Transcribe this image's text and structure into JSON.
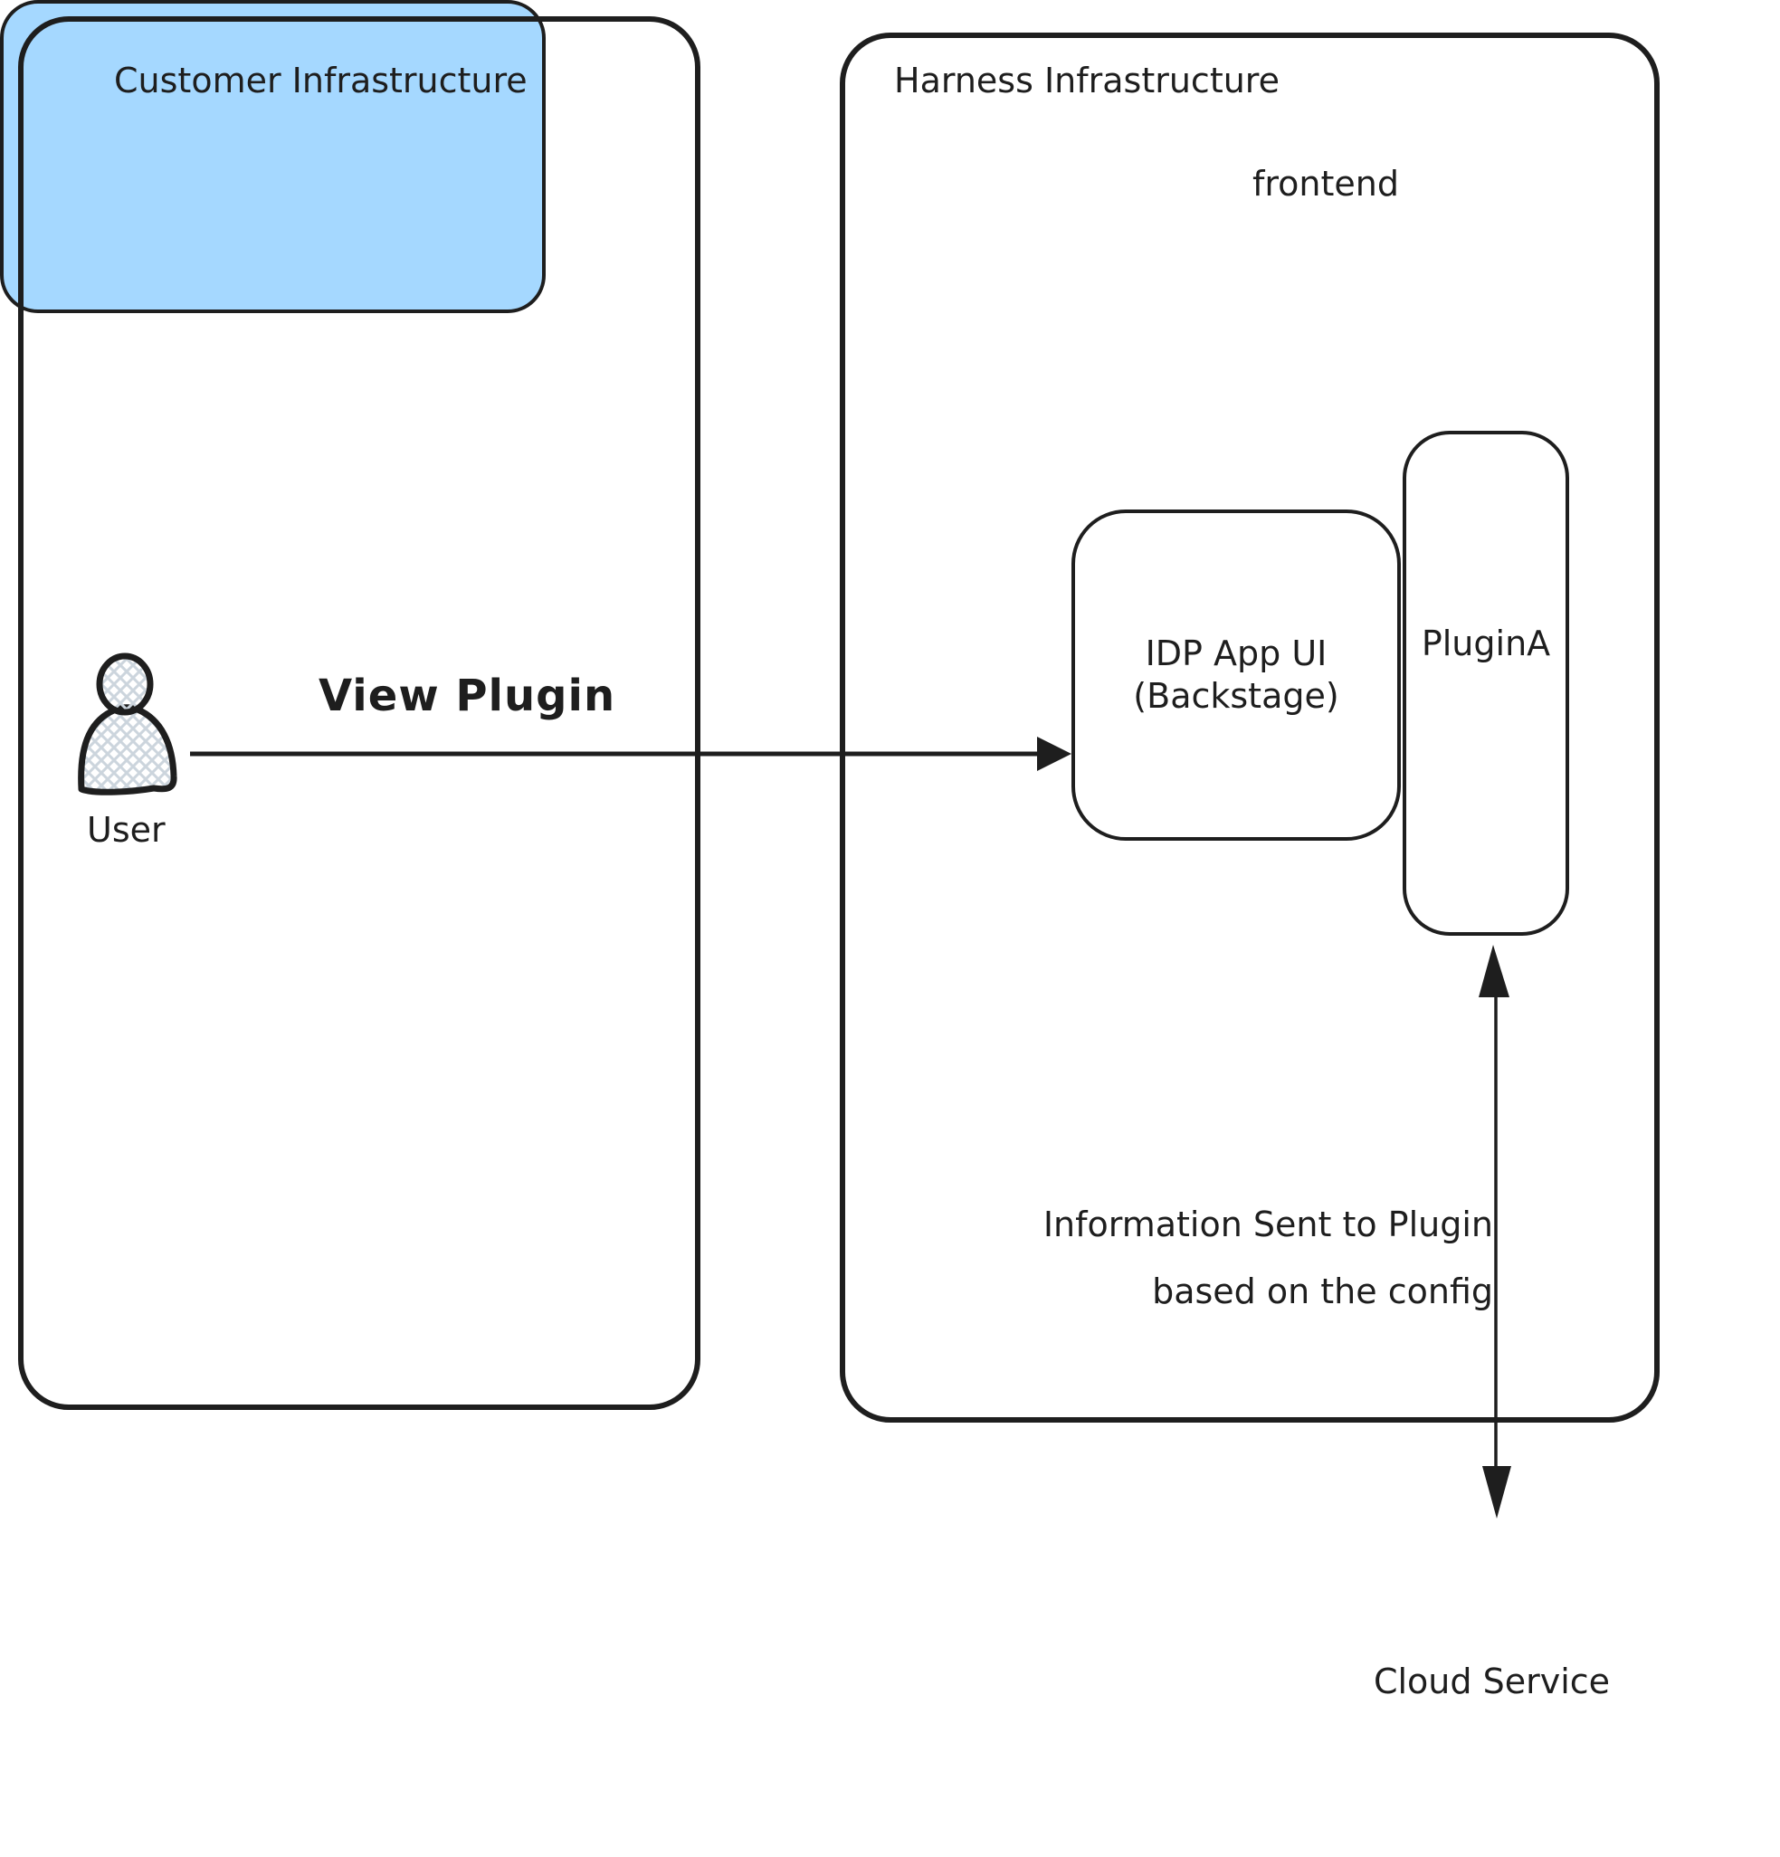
{
  "colors": {
    "stroke": "#1e1e1e",
    "cloud_fill": "#a5d8ff",
    "crosshatch": "#ccd5dd",
    "background": "#ffffff"
  },
  "customer": {
    "title": "Customer Infrastructure"
  },
  "harness": {
    "title": "Harness Infrastructure",
    "frontend_label": "frontend"
  },
  "user": {
    "label": "User"
  },
  "idp": {
    "line1": "IDP App UI",
    "line2": "(Backstage)"
  },
  "plugin": {
    "label": "PluginA"
  },
  "cloud": {
    "label": "Cloud Service"
  },
  "arrows": {
    "view_plugin_label": "View Plugin",
    "info_label_line1": "Information Sent to Plugin",
    "info_label_line2": "based on the config"
  }
}
